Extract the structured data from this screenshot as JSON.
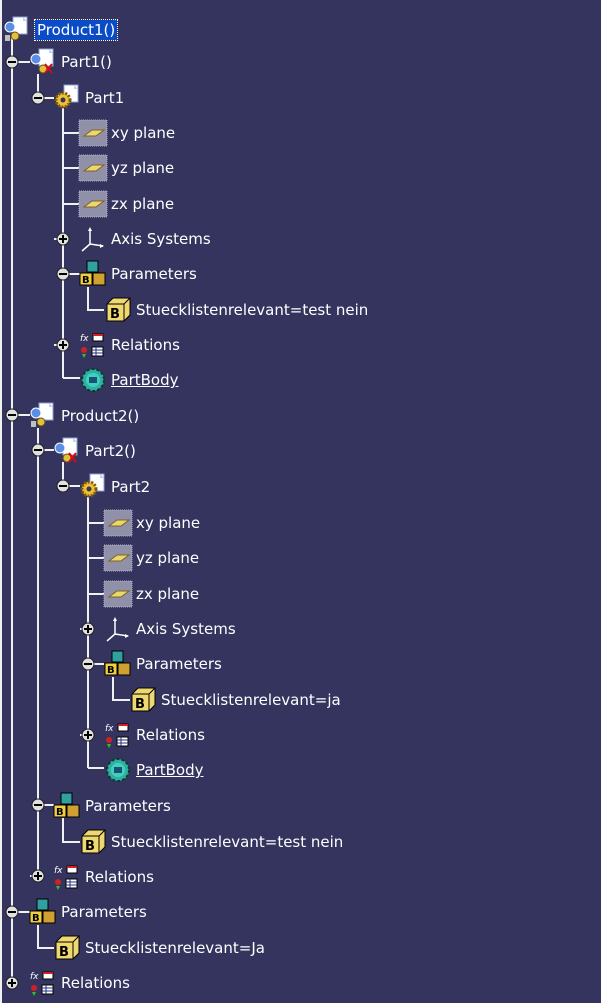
{
  "tree": {
    "root": {
      "label": "Product1()",
      "icon": "product-icon"
    },
    "part1_instance": {
      "label": "Part1()",
      "icon": "part-instance-icon"
    },
    "part1": {
      "label": "Part1",
      "icon": "part-gear-icon"
    },
    "part1_xy": {
      "label": "xy plane",
      "icon": "plane-icon"
    },
    "part1_yz": {
      "label": "yz plane",
      "icon": "plane-icon"
    },
    "part1_zx": {
      "label": "zx plane",
      "icon": "plane-icon"
    },
    "part1_axis": {
      "label": "Axis Systems",
      "icon": "axis-systems-icon"
    },
    "part1_params": {
      "label": "Parameters",
      "icon": "parameters-icon"
    },
    "part1_param_value": {
      "label": "Stuecklistenrelevant=test nein",
      "icon": "boolean-parameter-icon"
    },
    "part1_relations": {
      "label": "Relations",
      "icon": "relations-icon"
    },
    "part1_body": {
      "label": "PartBody",
      "icon": "partbody-icon"
    },
    "product2": {
      "label": "Product2()",
      "icon": "product-icon"
    },
    "part2_instance": {
      "label": "Part2()",
      "icon": "part-instance-icon"
    },
    "part2": {
      "label": "Part2",
      "icon": "part-gear-icon"
    },
    "part2_xy": {
      "label": "xy plane",
      "icon": "plane-icon"
    },
    "part2_yz": {
      "label": "yz plane",
      "icon": "plane-icon"
    },
    "part2_zx": {
      "label": "zx plane",
      "icon": "plane-icon"
    },
    "part2_axis": {
      "label": "Axis Systems",
      "icon": "axis-systems-icon"
    },
    "part2_params": {
      "label": "Parameters",
      "icon": "parameters-icon"
    },
    "part2_param_value": {
      "label": "Stuecklistenrelevant=ja",
      "icon": "boolean-parameter-icon"
    },
    "part2_relations": {
      "label": "Relations",
      "icon": "relations-icon"
    },
    "part2_body": {
      "label": "PartBody",
      "icon": "partbody-icon"
    },
    "product2_params": {
      "label": "Parameters",
      "icon": "parameters-icon"
    },
    "product2_param_value": {
      "label": "Stuecklistenrelevant=test nein",
      "icon": "boolean-parameter-icon"
    },
    "product2_relations": {
      "label": "Relations",
      "icon": "relations-icon"
    },
    "root_params": {
      "label": "Parameters",
      "icon": "parameters-icon"
    },
    "root_param_value": {
      "label": "Stuecklistenrelevant=Ja",
      "icon": "boolean-parameter-icon"
    },
    "root_relations": {
      "label": "Relations",
      "icon": "relations-icon"
    }
  },
  "colors": {
    "background": "#34345f",
    "text": "#ffffff",
    "selection": "#0a4cc8",
    "tree_lines": "#f0f0f0"
  }
}
